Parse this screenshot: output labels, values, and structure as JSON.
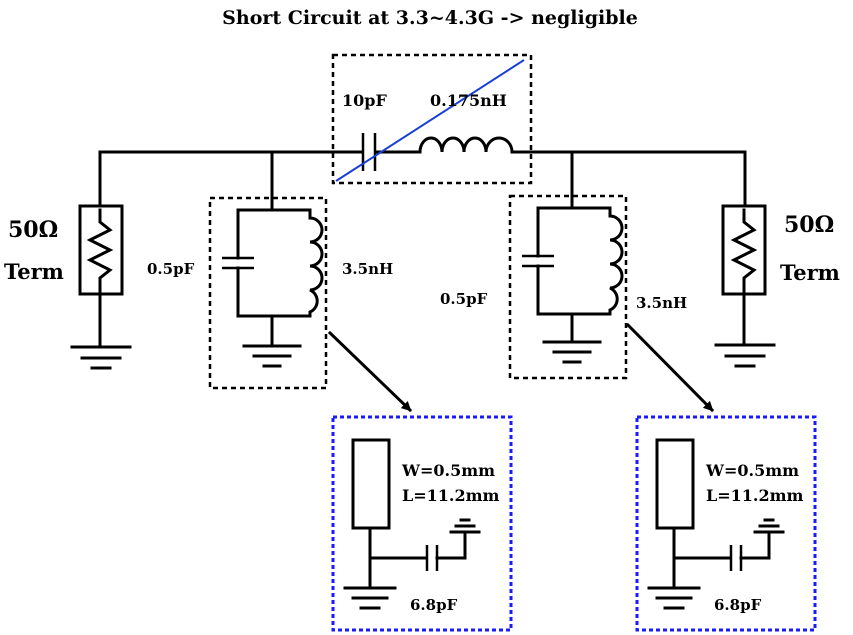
{
  "title": "Short Circuit at 3.3~4.3G -> negligible",
  "series_element": {
    "cap_label": "10pF",
    "ind_label": "0.175nH",
    "strike_color": "#1a3fd6"
  },
  "terminations": {
    "left": {
      "value": "50Ω",
      "label": "Term"
    },
    "right": {
      "value": "50Ω",
      "label": "Term"
    }
  },
  "tanks": {
    "left": {
      "cap_label": "0.5pF",
      "ind_label": "3.5nH"
    },
    "right": {
      "cap_label": "0.5pF",
      "ind_label": "3.5nH"
    }
  },
  "replacements": {
    "left": {
      "width_label": "W=0.5mm",
      "length_label": "L=11.2mm",
      "cap_label": "6.8pF"
    },
    "right": {
      "width_label": "W=0.5mm",
      "length_label": "L=11.2mm",
      "cap_label": "6.8pF"
    }
  },
  "colors": {
    "dashed_box_black": "#000000",
    "dashed_box_blue": "#1a1aff"
  }
}
